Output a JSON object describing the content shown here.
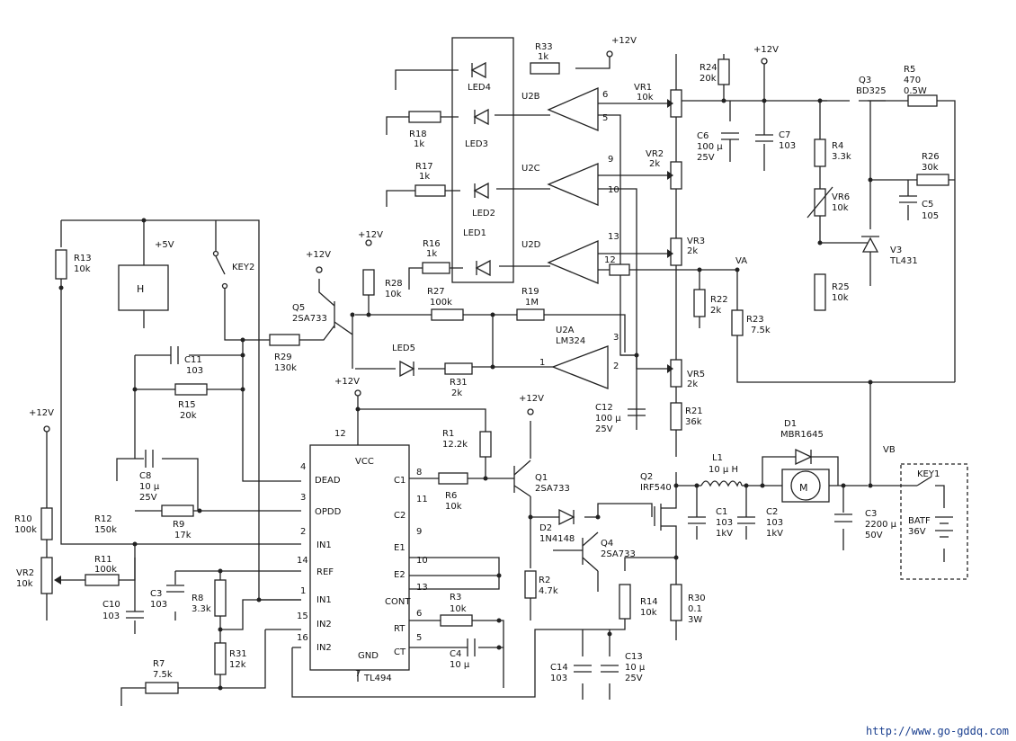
{
  "labels": {
    "r1": "R1",
    "r1v": "12.2k",
    "r2": "R2",
    "r2v": "4.7k",
    "r3": "R3",
    "r3v": "10k",
    "r4": "R4",
    "r4v": "3.3k",
    "r5": "R5",
    "r5v": "470",
    "r5p": "0.5W",
    "r6": "R6",
    "r6v": "10k",
    "r7": "R7",
    "r7v": "7.5k",
    "r8": "R8",
    "r8v": "3.3k",
    "r9": "R9",
    "r9v": "17k",
    "r10": "R10",
    "r10v": "100k",
    "r11": "R11",
    "r11v": "100k",
    "r12": "R12",
    "r12v": "150k",
    "r13": "R13",
    "r13v": "10k",
    "r14": "R14",
    "r14v": "10k",
    "r15": "R15",
    "r15v": "20k",
    "r16": "R16",
    "r16v": "1k",
    "r17": "R17",
    "r17v": "1k",
    "r18": "R18",
    "r18v": "1k",
    "r19": "R19",
    "r19v": "1M",
    "r21": "R21",
    "r21v": "36k",
    "r22": "R22",
    "r22v": "2k",
    "r23": "R23",
    "r23v": "7.5k",
    "r24": "R24",
    "r24v": "20k",
    "r25": "R25",
    "r25v": "10k",
    "r26": "R26",
    "r26v": "30k",
    "r27": "R27",
    "r27v": "100k",
    "r28": "R28",
    "r28v": "10k",
    "r29": "R29",
    "r29v": "130k",
    "r30": "R30",
    "r30v": "0.1",
    "r30p": "3W",
    "r31a": "R31",
    "r31av": "2k",
    "r31b": "R31",
    "r31bv": "12k",
    "r33": "R33",
    "r33v": "1k",
    "vr1": "VR1",
    "vr1v": "10k",
    "vr2a": "VR2",
    "vr2av": "2k",
    "vr2b": "VR2",
    "vr2bv": "10k",
    "vr3": "VR3",
    "vr3v": "2k",
    "vr5": "VR5",
    "vr5v": "2k",
    "vr6": "VR6",
    "vr6v": "10k",
    "c1": "C1",
    "c1v": "103",
    "c1k": "1kV",
    "c2": "C2",
    "c2v": "103",
    "c2k": "1kV",
    "c3a": "C3",
    "c3av": "2200 μ",
    "c3ak": "50V",
    "c3b": "C3",
    "c3bv": "103",
    "c4": "C4",
    "c4v": "10 μ",
    "c5": "C5",
    "c5v": "105",
    "c6": "C6",
    "c6v": "100 μ",
    "c6k": "25V",
    "c7": "C7",
    "c7v": "103",
    "c8": "C8",
    "c8v": "10 μ",
    "c8k": "25V",
    "c10": "C10",
    "c10v": "103",
    "c11": "C11",
    "c11v": "103",
    "c12": "C12",
    "c12v": "100 μ",
    "c12k": "25V",
    "c13": "C13",
    "c13v": "10 μ",
    "c13k": "25V",
    "c14": "C14",
    "c14v": "103",
    "l1": "L1",
    "l1v": "10 μ H",
    "d1": "D1",
    "d1v": "MBR1645",
    "d2": "D2",
    "d2v": "1N4148",
    "v3": "V3",
    "v3v": "TL431",
    "q1": "Q1",
    "q1v": "2SA733",
    "q2": "Q2",
    "q2v": "IRF540",
    "q3": "Q3",
    "q3v": "BD325",
    "q4": "Q4",
    "q4v": "2SA733",
    "q5": "Q5",
    "q5v": "2SA733",
    "u2a": "U2A",
    "u2av": "LM324",
    "u2b": "U2B",
    "u2c": "U2C",
    "u2d": "U2D",
    "led1": "LED1",
    "led2": "LED2",
    "led3": "LED3",
    "led4": "LED4",
    "led5": "LED5",
    "key1": "KEY1",
    "key2": "KEY2",
    "batf": "BATF",
    "batfv": "36V",
    "motor": "M",
    "hall": "H",
    "p5v": "+5V",
    "p12": "+12V",
    "va": "VA",
    "vb": "VB",
    "tl494": "TL494",
    "vcc": "VCC",
    "gnd": "GND",
    "dead": "DEAD",
    "opdd": "OPDD",
    "in1p": "IN1",
    "in1n": "IN1",
    "ref": "REF",
    "in2p": "IN2",
    "in2n": "IN2",
    "c1pin": "C1",
    "c2pin": "C2",
    "e1": "E1",
    "e2": "E2",
    "cont": "CONT",
    "rt": "RT",
    "ct": "CT",
    "pin12": "12",
    "pin4": "4",
    "pin3": "3",
    "pin2": "2",
    "pin14": "14",
    "pin1": "1",
    "pin15": "15",
    "pin16": "16",
    "pin7": "7",
    "pin8": "8",
    "pin11": "11",
    "pin9": "9",
    "pin10": "10",
    "pin13": "13",
    "pin6": "6",
    "pin5": "5",
    "op6": "6",
    "op5": "5",
    "op9": "9",
    "op10": "10",
    "op13": "13",
    "op12": "12",
    "op3": "3",
    "op2": "2",
    "op1": "1"
  },
  "watermark": "http://www.go-gddq.com"
}
